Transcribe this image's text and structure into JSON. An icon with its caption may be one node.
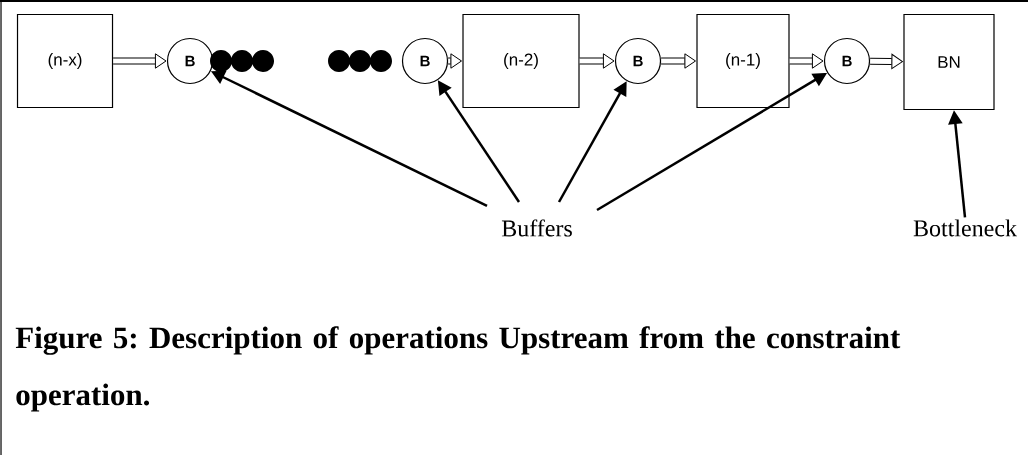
{
  "diagram": {
    "caption": "Figure 5: Description of operations Upstream from the constraint operation.",
    "nodes": [
      {
        "text": [
          "(n-x)"
        ]
      },
      {
        "text": [
          "B"
        ]
      },
      {
        "text": [
          "B"
        ]
      },
      {
        "text": [
          "(n-2)"
        ]
      },
      {
        "text": [
          "B"
        ]
      },
      {
        "text": [
          "(n-1)"
        ]
      },
      {
        "text": [
          "B"
        ]
      },
      {
        "text": [
          "BN"
        ]
      },
      {
        "text": [
          "Buffers"
        ]
      },
      {
        "text": [
          "Bottleneck"
        ]
      }
    ],
    "edges": [
      {
        "from": 0,
        "to": 1,
        "arrow": "to"
      },
      {
        "from": 2,
        "to": 3,
        "arrow": "to"
      },
      {
        "from": 3,
        "to": 4,
        "arrow": "to"
      },
      {
        "from": 4,
        "to": 5,
        "arrow": "to"
      },
      {
        "from": 5,
        "to": 6,
        "arrow": "to"
      },
      {
        "from": 6,
        "to": 7,
        "arrow": "to"
      },
      {
        "from": 8,
        "to": 1,
        "arrow": "to"
      },
      {
        "from": 8,
        "to": 2,
        "arrow": "to"
      },
      {
        "from": 8,
        "to": 4,
        "arrow": "to"
      },
      {
        "from": 8,
        "to": 6,
        "arrow": "to"
      },
      {
        "from": 9,
        "to": 7,
        "arrow": "to"
      }
    ]
  }
}
